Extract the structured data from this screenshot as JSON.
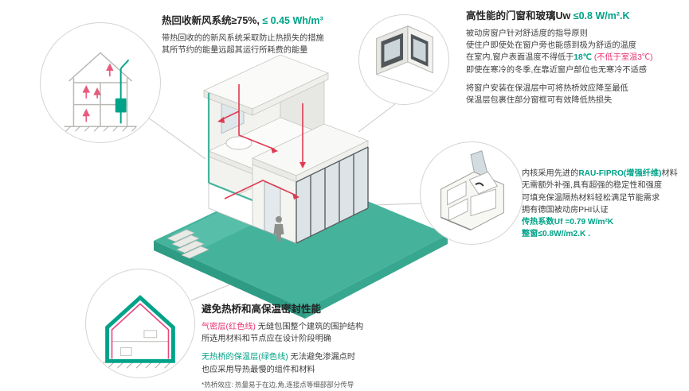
{
  "colors": {
    "accent_teal": "#00A388",
    "accent_pink": "#E8336D",
    "duct_red": "#E03A52",
    "platform_teal": "#45B39C",
    "text": "#3F3F3F"
  },
  "callout_top_left": {
    "heading_main": "热回收新风系统≥75%,",
    "heading_value": " ≤ 0.45 Wh/m³",
    "line1": "带热回收的的新风系统采取防止热损失的措施",
    "line2": "其所节约的能量远超其运行所耗费的能量"
  },
  "callout_top_right": {
    "heading_main": "高性能的门窗和玻璃Uw",
    "heading_value": " ≤0.8 W/m².K",
    "line1": "被动房窗户针对舒适度的指导原则",
    "line2": "使住户即使处在窗户旁也能感到极为舒适的温度",
    "line3a": "在室内,窗户表面温度不得低于",
    "line3b": "18℃",
    "line3c": " (不低于室温3℃)",
    "line4": "即使在寒冷的冬季,在靠近窗户部位也无寒冷不适感",
    "line5": "将窗户安装在保温层中可将热桥效应降至最低",
    "line6": "保温层包裹住部分窗框可有效降低热损失"
  },
  "callout_material": {
    "line1a": "内核采用先进的",
    "line1b": "RAU-FIPRO(增强纤维)",
    "line1c": "材料",
    "line2": "无需额外补强,具有超强的稳定性和强度",
    "line3": "可填充保温隔热材料轻松满足节能需求",
    "line4": "拥有德国被动房PHI认证",
    "line5": "传热系数Uf =0.79 W/m²K",
    "line6": "整窗≤0.8W//m2.K ."
  },
  "callout_bottom_left": {
    "heading": "避免热桥和高保温密封性能",
    "line1a": "气密层(红色线)",
    "line1b": " 无缝包围整个建筑的围护结构",
    "line2": "所选用材料和节点应在设计阶段明确",
    "line3a": "无热桥的保温层(绿色线)",
    "line3b": " 无法避免渗漏点时",
    "line4": "也应采用导热最慢的组件和材料",
    "footnote": "*热桥效应: 热量易于在边,角,连接点等细部部分传导"
  },
  "icons": {
    "heat_recovery_diagram": "house-section-with-ventilation-arrows",
    "window_corner_detail": "window-corner-photo-detail",
    "window_profile_section": "multi-chamber-window-profile",
    "thermal_envelope_diagram": "house-section-with-insulation-lines"
  }
}
